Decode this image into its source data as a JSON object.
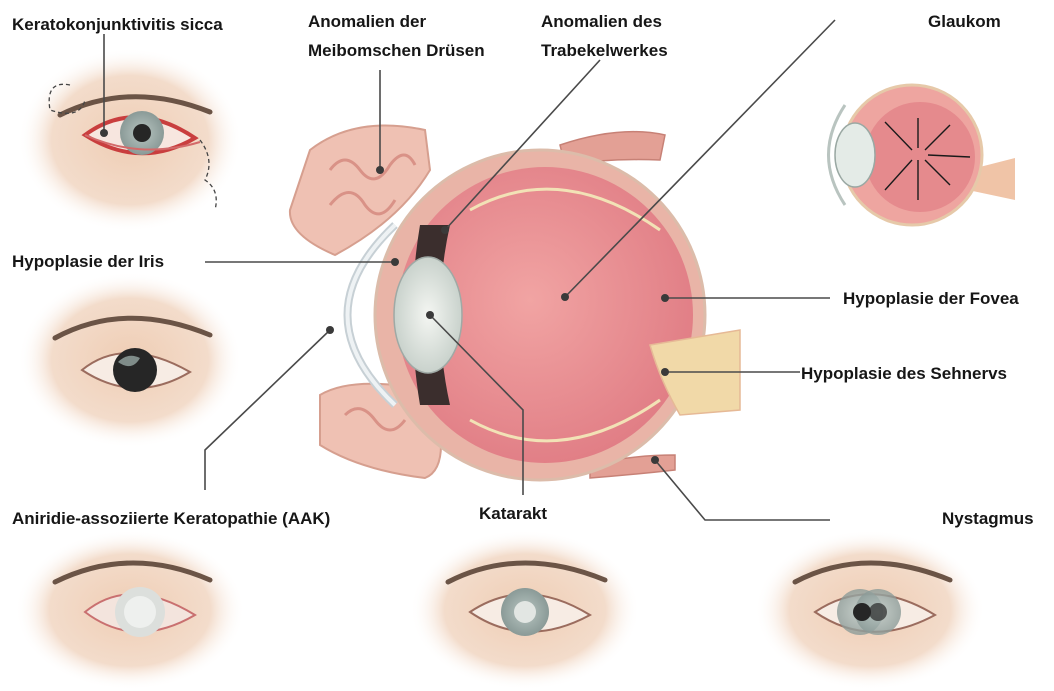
{
  "labels": {
    "keratoconjunctivitis": "Keratokonjunktivitis sicca",
    "meibomian_line1": "Anomalien der",
    "meibomian_line2": "Meibomschen Drüsen",
    "trabecular_line1": "Anomalien des",
    "trabecular_line2": "Trabekelwerkes",
    "glaucoma": "Glaukom",
    "iris_hypoplasia": "Hypoplasie der Iris",
    "fovea_hypoplasia": "Hypoplasie der Fovea",
    "optic_nerve_hypoplasia": "Hypoplasie des Sehnervs",
    "aak": "Aniridie-assoziierte Keratopathie (AAK)",
    "cataract": "Katarakt",
    "nystagmus": "Nystagmus"
  },
  "colors": {
    "skin": "#f0d3bd",
    "sclera": "#f7ece4",
    "eye_wall": "#e7a79c",
    "vitreous": "#e9828a",
    "retina_edge": "#f4e3b3",
    "iris_gray": "#9fb0ad",
    "pupil": "#262626",
    "red_rim": "#c93e3e",
    "line": "#4a4a4a",
    "text": "#161616"
  }
}
